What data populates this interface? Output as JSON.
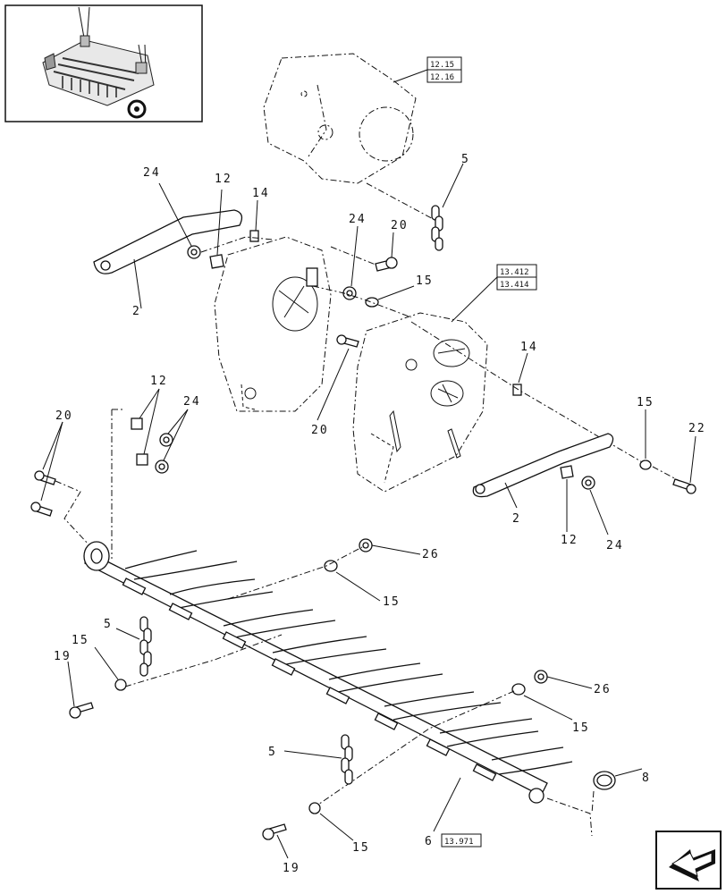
{
  "diagram": {
    "refs": [
      "12.15",
      "12.16",
      "13.412",
      "13.414",
      "13.971"
    ],
    "callouts": {
      "c5a": "5",
      "c24a": "24",
      "c12a": "12",
      "c14a": "14",
      "c24b": "24",
      "c20a": "20",
      "c15a": "15",
      "c2a": "2",
      "c14b": "14",
      "c12b": "12",
      "c24c": "24",
      "c20b": "20",
      "c20c": "20",
      "c15b": "15",
      "c22": "22",
      "c2b": "2",
      "c12c": "12",
      "c24d": "24",
      "c26a": "26",
      "c15c": "15",
      "c5b": "5",
      "c15d": "15",
      "c19a": "19",
      "c26b": "26",
      "c15e": "15",
      "c5c": "5",
      "c8": "8",
      "c6": "6",
      "c15f": "15",
      "c19b": "19"
    }
  }
}
